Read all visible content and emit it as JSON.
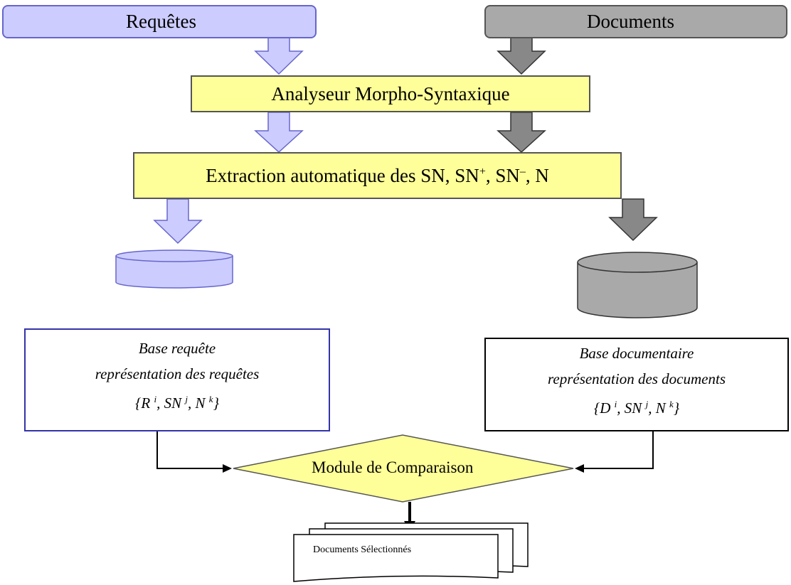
{
  "inputs": {
    "requetes": "Requêtes",
    "documents": "Documents"
  },
  "processes": {
    "analyseur": "Analyseur Morpho-Syntaxique",
    "extraction_prefix": "Extraction automatique des SN, SN",
    "extraction_plus": "+",
    "extraction_mid": ", SN",
    "extraction_minus": "–",
    "extraction_suffix": ", N"
  },
  "base_requete": {
    "title": "Base requête",
    "subtitle": "représentation des requêtes",
    "formula": {
      "a": "{R ",
      "a_sup": "i",
      "b": ", SN ",
      "b_sup": "j",
      "c": ", N ",
      "c_sup": "k",
      "end": "}"
    }
  },
  "base_documentaire": {
    "title": "Base documentaire",
    "subtitle": "représentation des documents",
    "formula": {
      "a": "{D ",
      "a_sup": "i",
      "b": ", SN ",
      "b_sup": "j",
      "c": ", N ",
      "c_sup": "k",
      "end": "}"
    }
  },
  "comparison": "Module de Comparaison",
  "output": "Documents Sélectionnés",
  "colors": {
    "query_fill": "#ccccff",
    "doc_fill": "#a9a9a9",
    "process_fill": "#ffff99"
  }
}
